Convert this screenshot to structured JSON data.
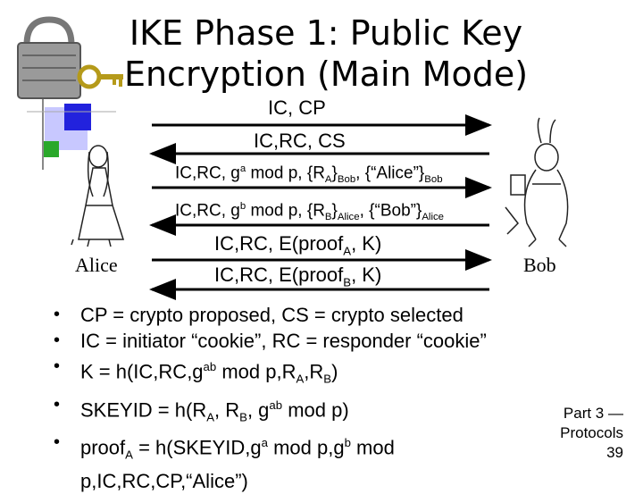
{
  "title": {
    "line1": "IKE Phase 1: Public Key",
    "line2": "Encryption (Main Mode)"
  },
  "parties": {
    "left": "Alice",
    "right": "Bob"
  },
  "messages": [
    {
      "text": "IC, CP",
      "direction": "right"
    },
    {
      "text": "IC,RC, CS",
      "direction": "left"
    },
    {
      "parts": [
        "IC,RC, g",
        "a",
        " mod p, {R",
        "A",
        "}",
        "Bob",
        ", {“Alice”}",
        "Bob"
      ],
      "direction": "right"
    },
    {
      "parts": [
        "IC,RC, g",
        "b",
        " mod p, {R",
        "B",
        "}",
        "Alice",
        ", {“Bob”}",
        "Alice"
      ],
      "direction": "left"
    },
    {
      "parts": [
        "IC,RC, E(proof",
        "A",
        ", K)"
      ],
      "direction": "right"
    },
    {
      "parts": [
        "IC,RC, E(proof",
        "B",
        ", K)"
      ],
      "direction": "left"
    }
  ],
  "bullets": [
    {
      "parts": [
        "CP = crypto proposed, CS = crypto selected"
      ]
    },
    {
      "parts": [
        "IC = initiator “cookie”, RC = responder “cookie”"
      ]
    },
    {
      "parts": [
        "K = h(IC,RC,g",
        "ab",
        " mod p,R",
        "A",
        ",R",
        "B",
        ")"
      ]
    },
    {
      "parts": [
        "SKEYID = h(R",
        "A",
        ", R",
        "B",
        ", g",
        "ab",
        " mod p)"
      ]
    },
    {
      "parts": [
        "proof",
        "A",
        " = h(SKEYID,g",
        "a",
        " mod p,g",
        "b",
        " mod"
      ],
      "parts2": [
        "p,IC,RC,CP,“Alice”)"
      ]
    }
  ],
  "footer": {
    "line1": "Part 3 —",
    "line2": "Protocols",
    "page": "39"
  },
  "icons": [
    "padlock-key-icon",
    "alice-illustration",
    "white-rabbit-illustration"
  ]
}
